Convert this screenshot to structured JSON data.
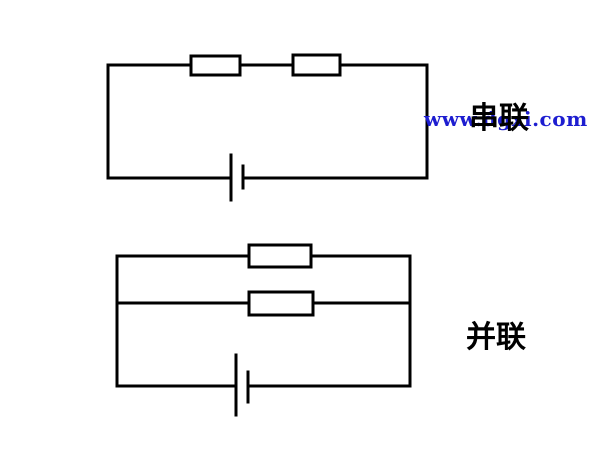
{
  "labels": {
    "series": "串联",
    "parallel": "并联"
  },
  "watermark": {
    "text": "www.dgxi.com",
    "color": "#1d1dd0"
  },
  "colors": {
    "wire": "#000000",
    "background": "#ffffff"
  }
}
